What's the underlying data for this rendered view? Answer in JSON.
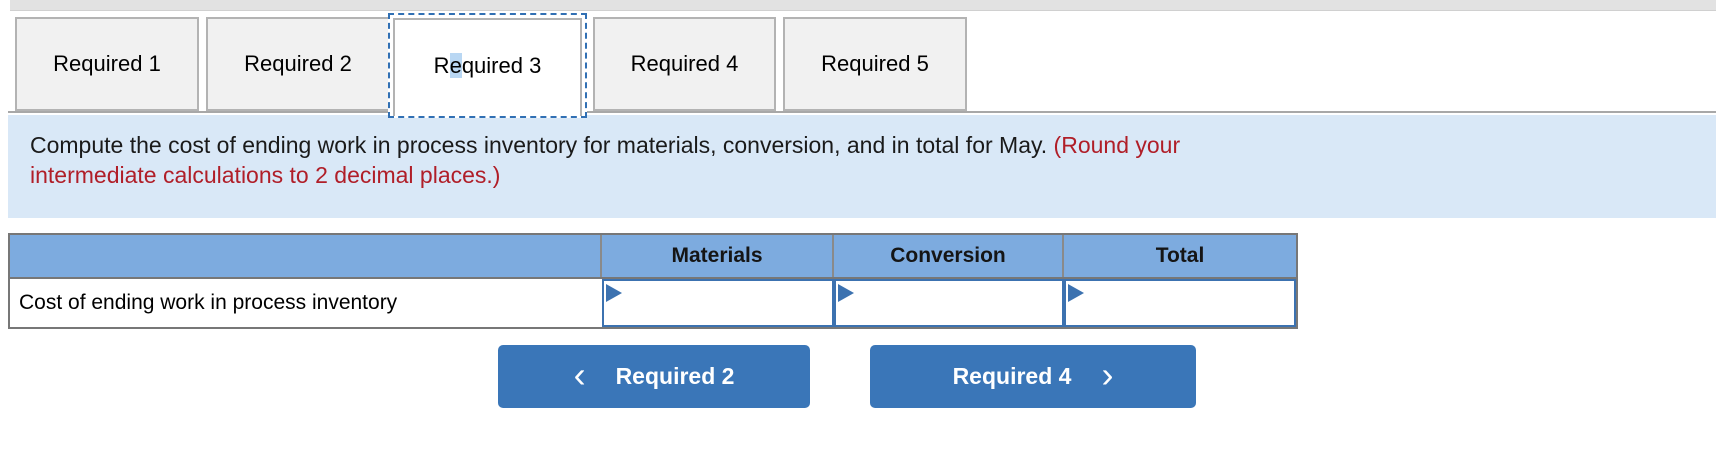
{
  "tabs": {
    "items": [
      {
        "label": "Required 1",
        "active": false
      },
      {
        "label": "Required 2",
        "active": false
      },
      {
        "label": "Required 3",
        "active": true
      },
      {
        "label": "Required 4",
        "active": false
      },
      {
        "label": "Required 5",
        "active": false
      }
    ],
    "active_label_parts": {
      "pre": "R",
      "selected": "e",
      "post": "quired 3"
    }
  },
  "instruction": {
    "line1_black": "Compute the cost of ending work in process inventory for materials, conversion, and in total for May.",
    "line1_red": " (Round your",
    "line2_red": "intermediate calculations to 2 decimal places.)"
  },
  "table": {
    "header": {
      "label_col": "",
      "materials": "Materials",
      "conversion": "Conversion",
      "total": "Total"
    },
    "row": {
      "label": "Cost of ending work in process inventory",
      "materials_value": "",
      "conversion_value": "",
      "total_value": ""
    }
  },
  "nav": {
    "prev": {
      "label": "Required 2",
      "chevron": "‹"
    },
    "next": {
      "label": "Required 4",
      "chevron": "›"
    }
  },
  "colors": {
    "button_blue": "#3a76b8",
    "table_header_blue": "#7dabdf",
    "input_border_blue": "#3c72b0",
    "instruction_bg_blue": "#d9e8f7",
    "alert_red": "#b01e28",
    "text_selection_blue": "#b9d7f3",
    "tab_bg_gray": "#f1f1f1"
  }
}
